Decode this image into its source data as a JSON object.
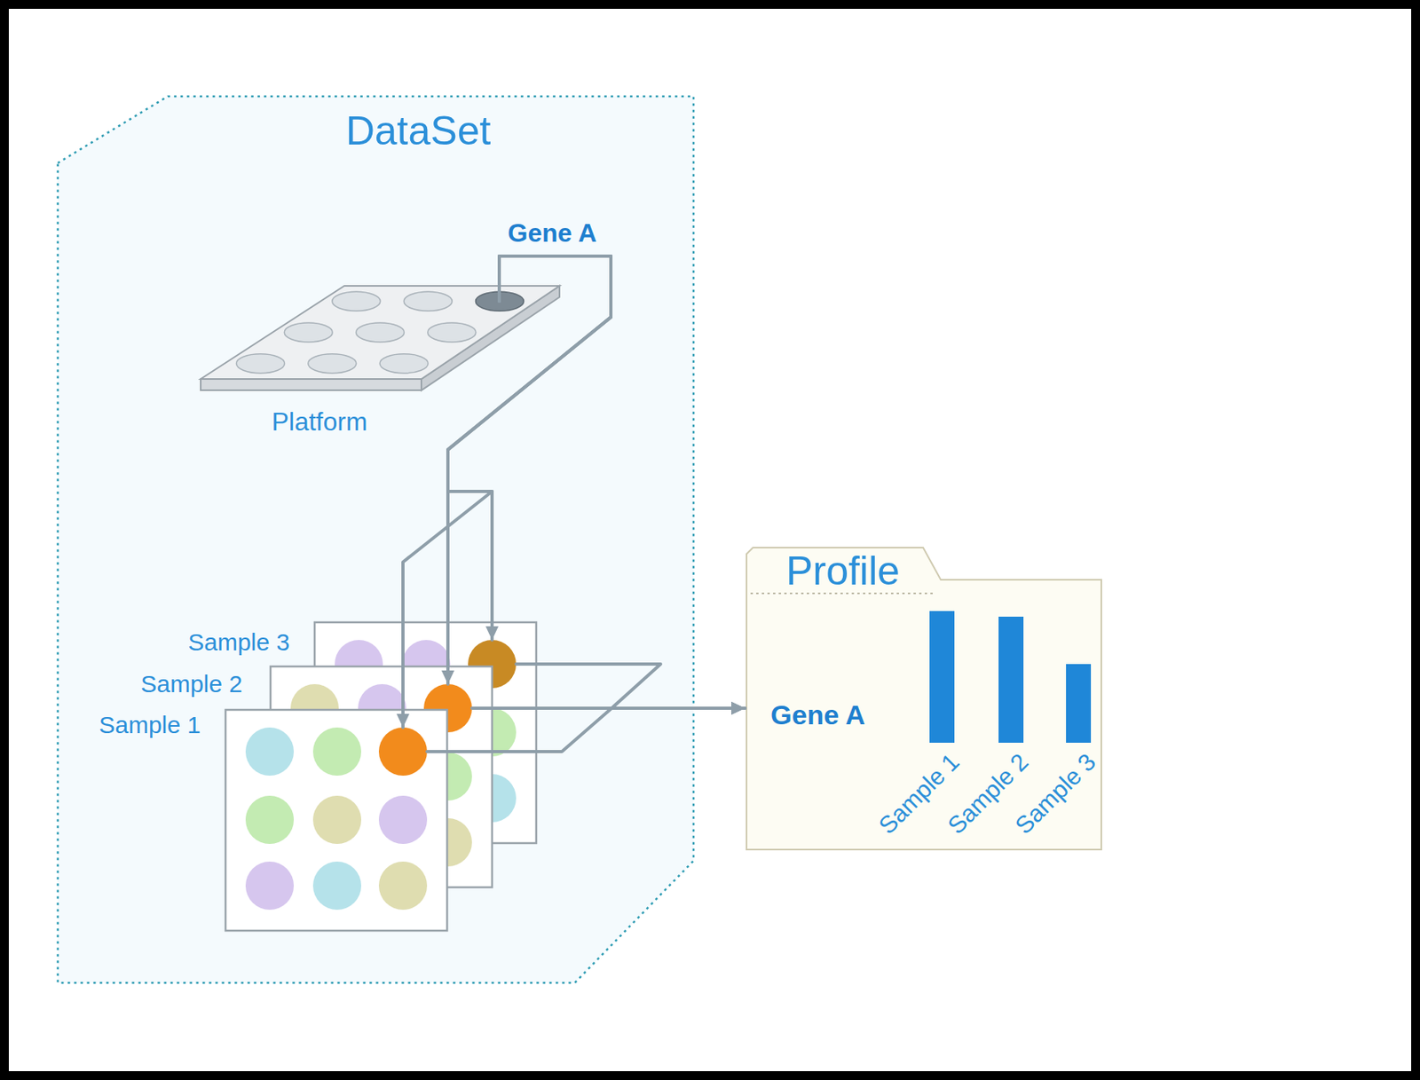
{
  "diagram": {
    "nodes": [
      {
        "text": [
          "DataSet"
        ]
      },
      {
        "text": [
          "Platform"
        ],
        "in": 0
      },
      {
        "text": [
          "Sample 3"
        ],
        "in": 0
      },
      {
        "text": [
          "Sample 2"
        ],
        "in": 0
      },
      {
        "text": [
          "Sample 1"
        ],
        "in": 0
      },
      {
        "text": [
          "Profile",
          "Gene A",
          "Sample 1",
          "Sample 2",
          "Sample 3"
        ]
      }
    ],
    "edges": [
      {
        "from": 1,
        "to": 4,
        "arrow": "to"
      },
      {
        "from": 1,
        "to": 3,
        "arrow": "to"
      },
      {
        "from": 1,
        "to": 2,
        "arrow": "to"
      },
      {
        "from": 4,
        "to": 5,
        "arrow": "to"
      },
      {
        "from": 3,
        "to": 5,
        "arrow": "to"
      },
      {
        "from": 2,
        "to": 5,
        "arrow": "to"
      }
    ],
    "labels": [
      "Gene A"
    ]
  }
}
